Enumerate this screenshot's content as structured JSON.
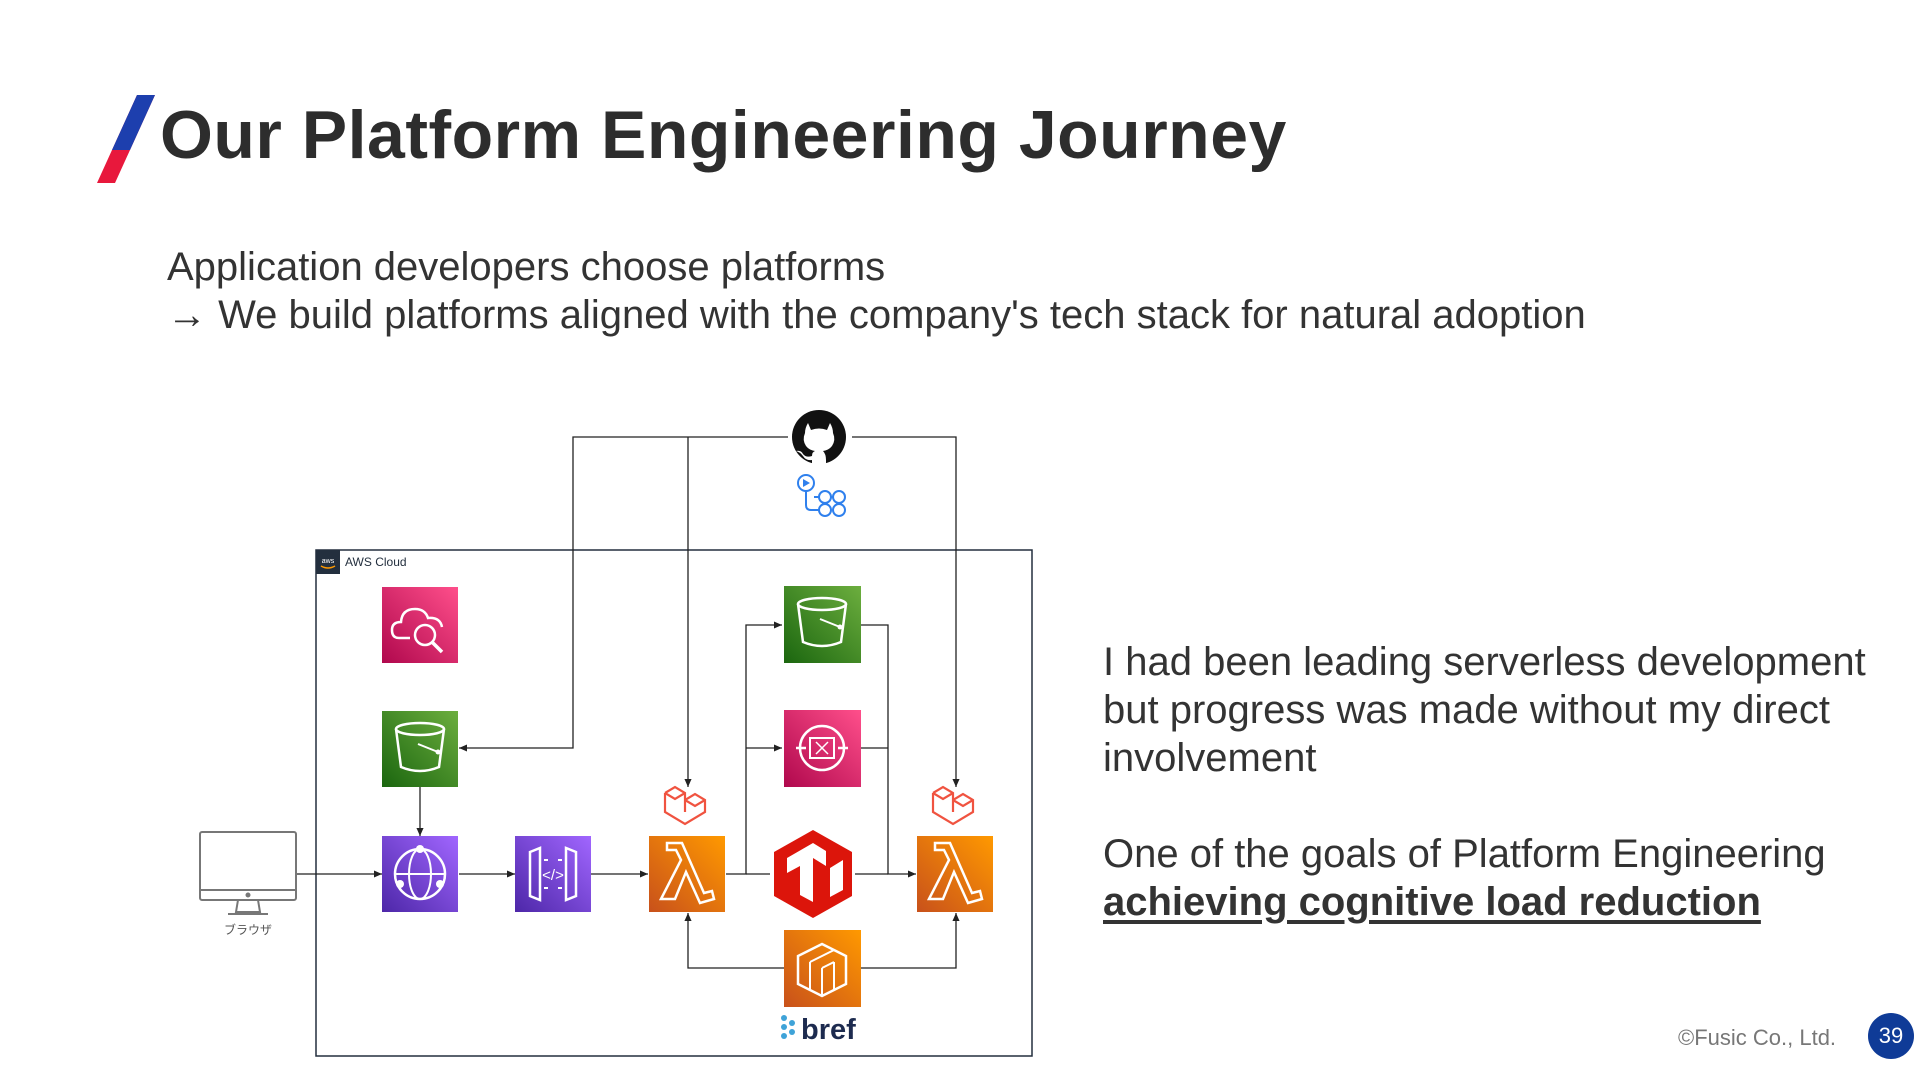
{
  "slide": {
    "title": "Our Platform Engineering Journey",
    "lead_line1": "Application developers choose platforms",
    "lead_line2": "→ We build platforms aligned with the company's tech stack for natural adoption",
    "right_text": {
      "line1": "I had been leading serverless development",
      "line2": "but progress was made without my direct",
      "line3": "involvement",
      "line4": "One of the goals of Platform Engineering",
      "line5": "achieving cognitive load reduction"
    },
    "copyright": "©Fusic Co., Ltd.",
    "page_number": "39"
  },
  "diagram": {
    "aws_cloud_label": "AWS Cloud",
    "browser_label": "ブラウザ",
    "bref_label": "bref",
    "icons": [
      "github-icon",
      "github-actions-icon",
      "aws-logo-icon",
      "cloudwatch-icon",
      "s3-bucket-icon",
      "cloudfront-icon",
      "api-gateway-icon",
      "lambda-icon",
      "laravel-icon",
      "sqs-icon",
      "tidb-icon",
      "lambda-layer-icon",
      "browser-monitor-icon"
    ],
    "colors": {
      "pink": "#e7157b",
      "green": "#3f8624",
      "purple": "#8c4fff",
      "orange": "#ed7100",
      "laravel_red": "#f05340",
      "tidb_red": "#dc150b",
      "accent_blue": "#0f3b97",
      "accent_red": "#e8183c"
    }
  }
}
